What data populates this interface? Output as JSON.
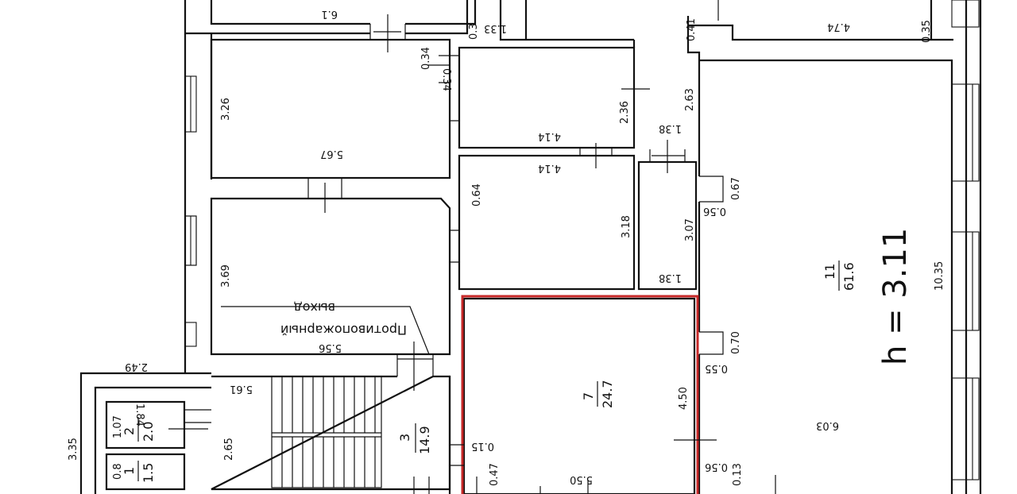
{
  "plan": {
    "top_left": {
      "w": "6.1",
      "t1": "0.3",
      "t2": "1.33"
    },
    "room_upper_left": {
      "h": "3.26",
      "w": "5.67",
      "d1": "0.34",
      "d2": "0.34"
    },
    "room_mid_left": {
      "h": "3.69",
      "w": "5.56",
      "label_line1": "Противопожарный",
      "label_line2": "выход"
    },
    "room_upper_center": {
      "h": "2.36",
      "w": "4.14"
    },
    "room_mid_center": {
      "h": "3.18",
      "w": "4.14",
      "d": "0.64"
    },
    "corridor": {
      "w_top": "1.38",
      "h": "3.07",
      "w_bot": "1.38",
      "h_top": "2.63",
      "t_top": "0.41"
    },
    "top_right": {
      "w": "4.74",
      "t": "0.35"
    },
    "room_11": {
      "number": "11",
      "area": "61.6",
      "height_text": "h = 3.11",
      "h": "10.35",
      "w": "6.03",
      "d1": "0.67",
      "d2": "0.56",
      "d3": "0.70",
      "d4": "0.55",
      "d5": "0.13",
      "d6": "0.56"
    },
    "room_7": {
      "number": "7",
      "area": "24.7",
      "h": "4.50",
      "w": "5.50",
      "d1": "0.47",
      "d2": "0.15"
    },
    "room_3": {
      "number": "3",
      "area": "14.9",
      "h": "2.65",
      "w": "5.61"
    },
    "room_2": {
      "number": "2",
      "area": "2.0",
      "d1": "1.07",
      "d2": "1.84"
    },
    "room_1": {
      "number": "1",
      "area": "1.5",
      "d": "0.8"
    },
    "left_wing": {
      "w": "2.49",
      "h": "3.35"
    },
    "colors": {
      "highlight": "#c62828",
      "line": "#111111"
    }
  }
}
